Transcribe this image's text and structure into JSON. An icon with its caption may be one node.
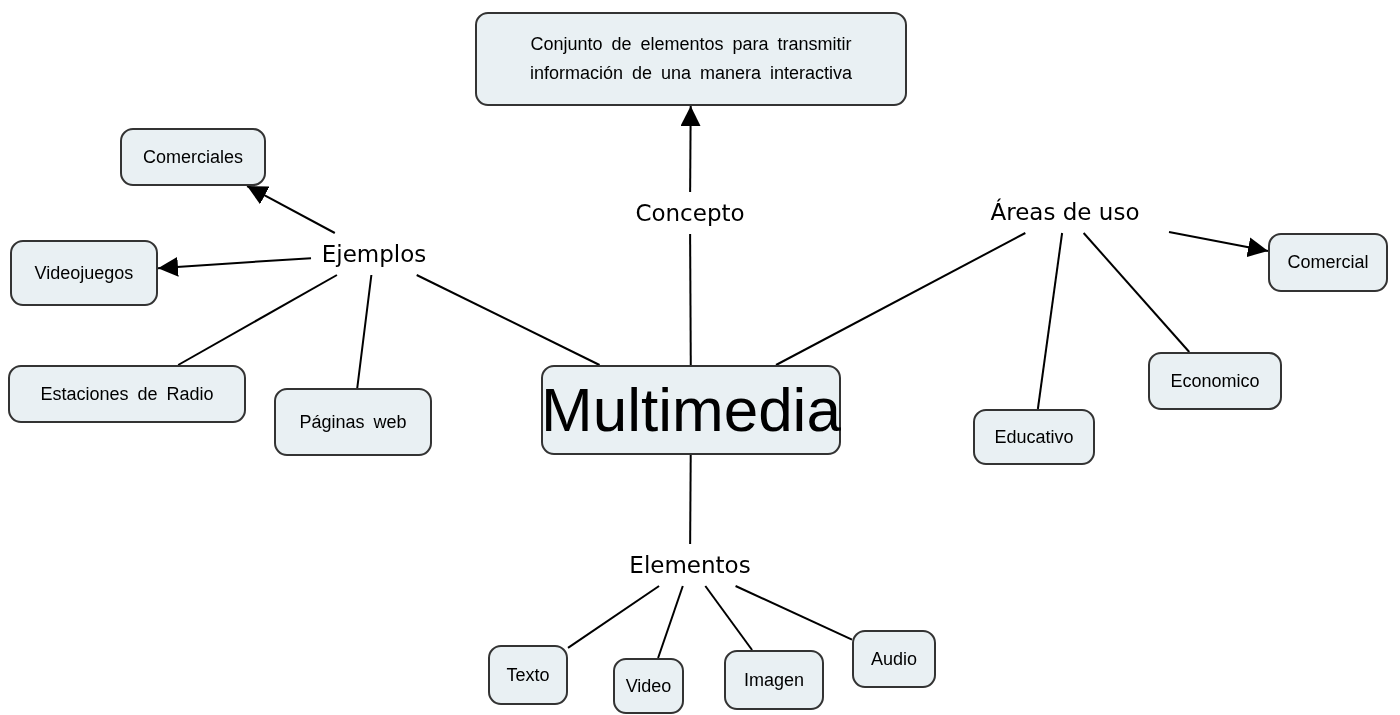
{
  "diagram": {
    "nodes": [
      {
        "text": [
          "Conjunto de elementos para transmitir información de una manera interactiva"
        ]
      },
      {
        "text": [
          "Comerciales"
        ]
      },
      {
        "text": [
          "Ejemplos"
        ]
      },
      {
        "text": [
          "Concepto"
        ]
      },
      {
        "text": [
          "Áreas de uso"
        ]
      },
      {
        "text": [
          "Videojuegos"
        ]
      },
      {
        "text": [
          "Comercial"
        ]
      },
      {
        "text": [
          "Multimedia"
        ]
      },
      {
        "text": [
          "Economico"
        ]
      },
      {
        "text": [
          "Estaciones de Radio"
        ]
      },
      {
        "text": [
          "Páginas web"
        ]
      },
      {
        "text": [
          "Educativo"
        ]
      },
      {
        "text": [
          "Elementos"
        ]
      },
      {
        "text": [
          "Texto"
        ]
      },
      {
        "text": [
          "Audio"
        ]
      },
      {
        "text": [
          "Video"
        ]
      },
      {
        "text": [
          "Imagen"
        ]
      }
    ],
    "edges": [
      {
        "from": 7,
        "to": 3,
        "arrow": "none"
      },
      {
        "from": 3,
        "to": 0,
        "arrow": "to"
      },
      {
        "from": 7,
        "to": 2,
        "arrow": "none"
      },
      {
        "from": 2,
        "to": 1,
        "arrow": "to"
      },
      {
        "from": 2,
        "to": 5,
        "arrow": "to"
      },
      {
        "from": 2,
        "to": 9,
        "arrow": "none"
      },
      {
        "from": 2,
        "to": 10,
        "arrow": "none"
      },
      {
        "from": 7,
        "to": 4,
        "arrow": "none"
      },
      {
        "from": 4,
        "to": 6,
        "arrow": "to"
      },
      {
        "from": 4,
        "to": 11,
        "arrow": "none"
      },
      {
        "from": 4,
        "to": 8,
        "arrow": "none"
      },
      {
        "from": 7,
        "to": 12,
        "arrow": "none"
      },
      {
        "from": 12,
        "to": 13,
        "arrow": "none"
      },
      {
        "from": 12,
        "to": 15,
        "arrow": "none"
      },
      {
        "from": 12,
        "to": 16,
        "arrow": "none"
      },
      {
        "from": 12,
        "to": 14,
        "arrow": "none"
      }
    ]
  }
}
